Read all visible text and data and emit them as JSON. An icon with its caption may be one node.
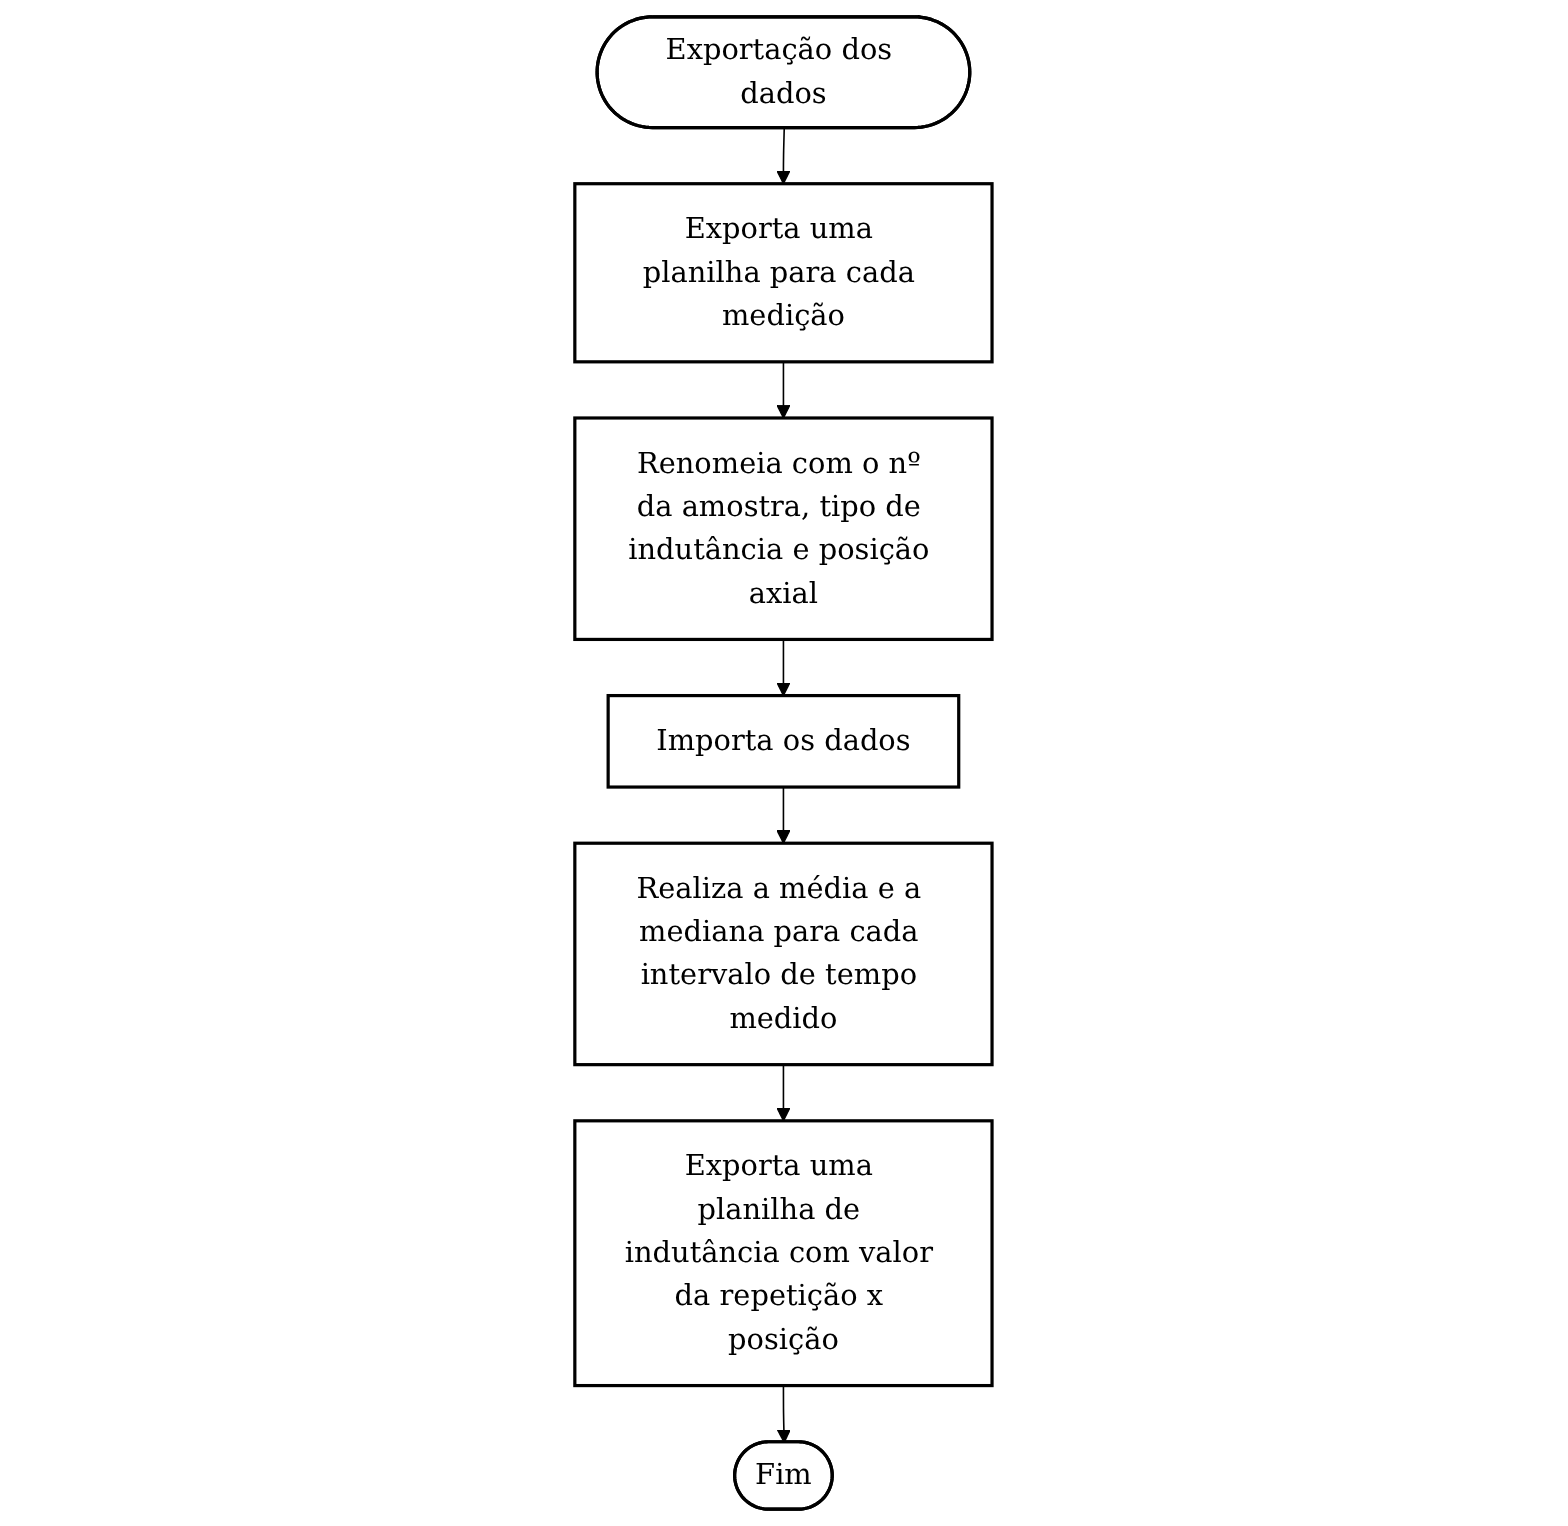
{
  "diagram": {
    "nodes": [
      {
        "text": [
          "Exportação dos dados"
        ]
      },
      {
        "text": [
          "Exporta uma planilha para cada medição"
        ]
      },
      {
        "text": [
          "Renomeia com o nº da amostra, tipo de indutância e posição axial"
        ]
      },
      {
        "text": [
          "Importa os dados"
        ]
      },
      {
        "text": [
          "Realiza a média e a mediana para cada intervalo de tempo medido"
        ]
      },
      {
        "text": [
          "Exporta uma planilha de indutância com valor da repetição x posição"
        ]
      },
      {
        "text": [
          "Fim"
        ]
      }
    ],
    "edges": [
      {
        "from": 0,
        "to": 1,
        "arrow": "to"
      },
      {
        "from": 1,
        "to": 2,
        "arrow": "to"
      },
      {
        "from": 2,
        "to": 3,
        "arrow": "to"
      },
      {
        "from": 3,
        "to": 4,
        "arrow": "to"
      },
      {
        "from": 4,
        "to": 5,
        "arrow": "to"
      },
      {
        "from": 5,
        "to": 6,
        "arrow": "to"
      }
    ]
  }
}
